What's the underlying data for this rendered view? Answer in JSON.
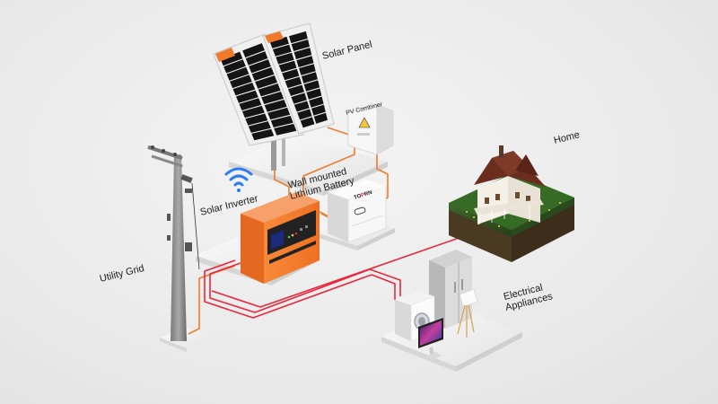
{
  "labels": {
    "solar_panel": "Solar Panel",
    "pv_combiner": "PV Combiner",
    "home": "Home",
    "wall_mounted": "Wall mounted",
    "lithium_battery": "Lithium  Battery",
    "solar_inverter": "Solar Inverter",
    "utility_grid": "Utility Grid",
    "electrical": "Electrical",
    "appliances": "Appliances"
  },
  "battery_brand": {
    "part1": "TO",
    "part2": "P",
    "part3": "RN"
  },
  "icons": {
    "wifi": "wifi-icon"
  },
  "colors": {
    "dc_cable": "#f07a2a",
    "ac_cable": "#e8283a",
    "inverter_orange": "#f27a2c",
    "background": "#ebebeb"
  }
}
